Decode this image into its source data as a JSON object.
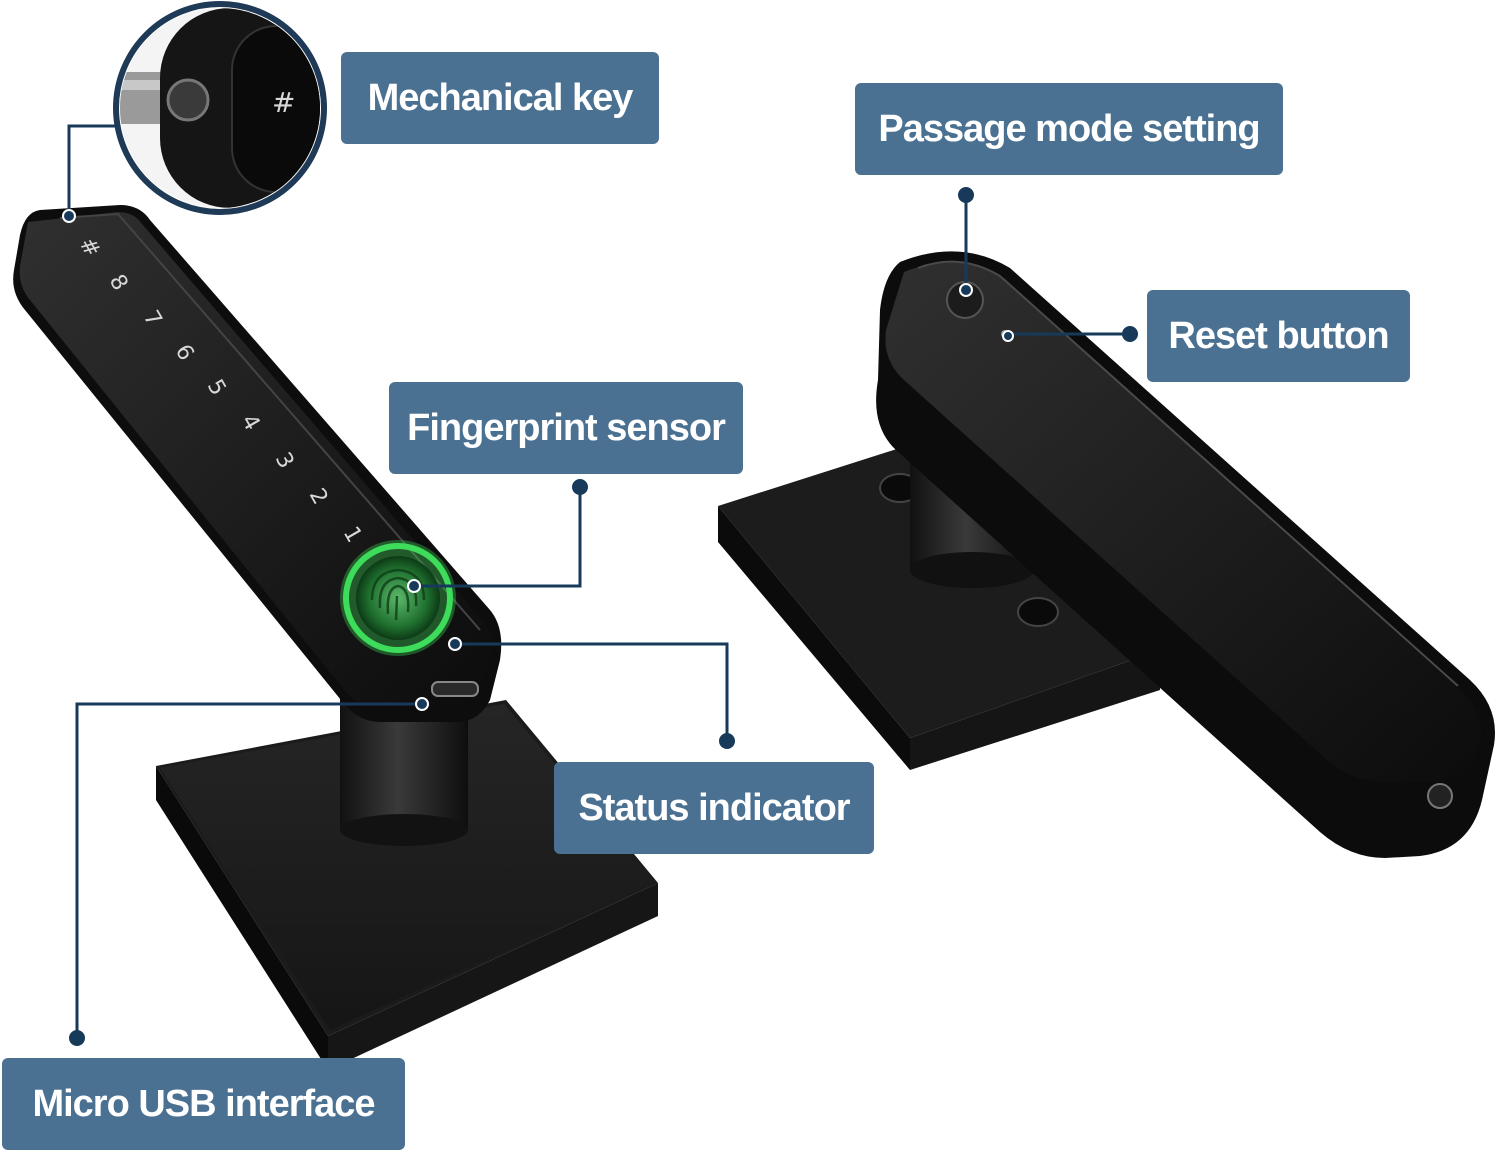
{
  "callouts": {
    "mechanical_key": "Mechanical key",
    "passage_mode": "Passage mode setting",
    "reset_button": "Reset button",
    "fingerprint_sensor": "Fingerprint sensor",
    "status_indicator": "Status indicator",
    "micro_usb": "Micro USB interface"
  },
  "keypad": {
    "keys": [
      "#",
      "8",
      "7",
      "6",
      "5",
      "4",
      "3",
      "2",
      "1"
    ],
    "inset_key": "#"
  },
  "colors": {
    "label_bg": "#4a7192",
    "line": "#173a5a",
    "handle": "#151515",
    "ring": "#3ddc5a"
  }
}
